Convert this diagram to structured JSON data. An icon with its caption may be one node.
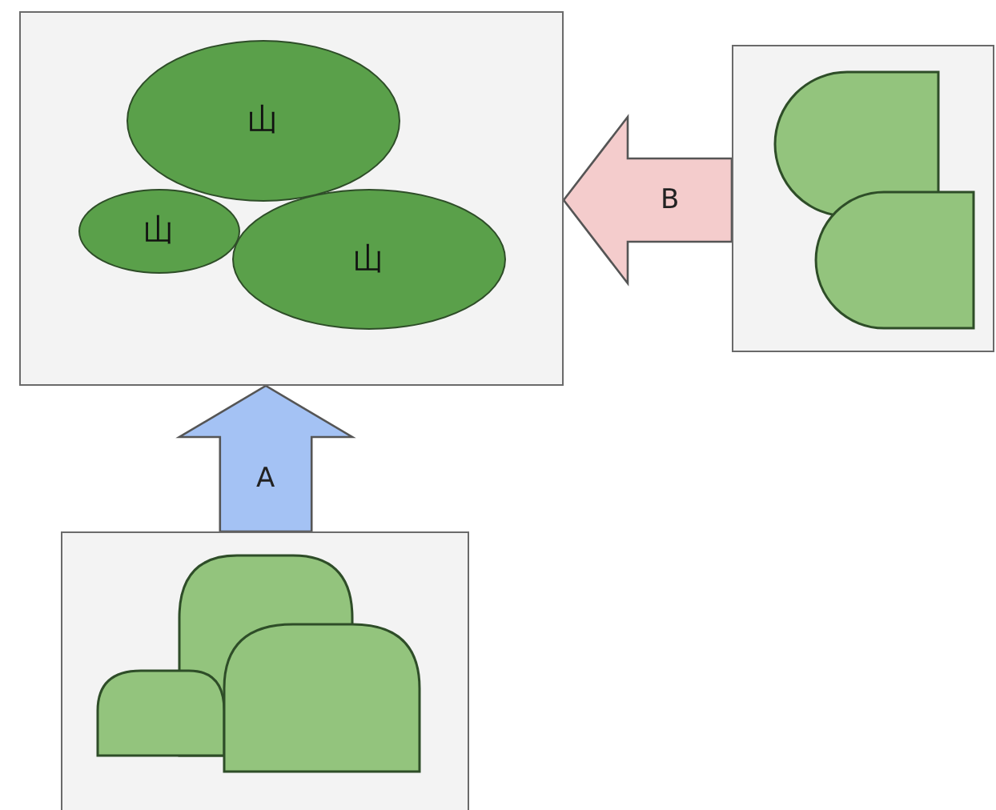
{
  "diagram": {
    "nodes": [
      {
        "text": [],
        "shape": "box"
      },
      {
        "text": [
          "山"
        ],
        "in": 0
      },
      {
        "text": [
          "山"
        ],
        "in": 0
      },
      {
        "text": [
          "山"
        ],
        "in": 0
      },
      {
        "text": [],
        "shape": "box"
      },
      {
        "text": [],
        "shape": "box"
      }
    ],
    "edges": [
      {
        "from": 5,
        "to": 0,
        "arrow": "to",
        "label": "A",
        "color": "#a4c2f4"
      },
      {
        "from": 4,
        "to": 0,
        "arrow": "to",
        "label": "B",
        "color": "#f4cccc"
      }
    ]
  }
}
